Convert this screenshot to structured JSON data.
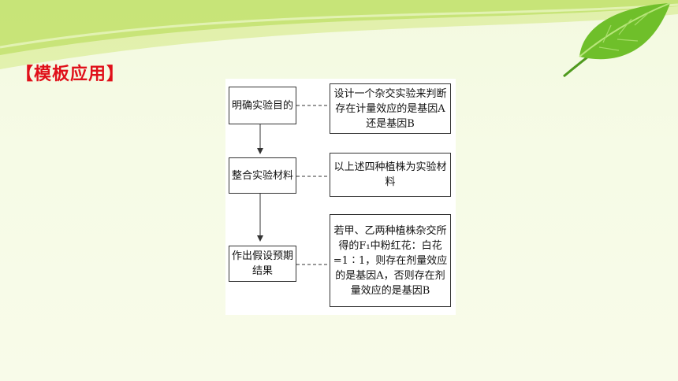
{
  "heading": "【模板应用】",
  "flow": {
    "steps": [
      {
        "label": "明确实验目的",
        "detail": "设计一个杂交实验来判断存在计量效应的是基因A还是基因B"
      },
      {
        "label": "整合实验材料",
        "detail": "以上述四种植株为实验材料"
      },
      {
        "label": "作出假设预期结果",
        "detail": "若甲、乙两种植株杂交所得的F₁中粉红花：白花=1∶1，则存在剂量效应的是基因A，否则存在剂量效应的是基因B"
      }
    ]
  },
  "colors": {
    "heading": "#e0101a",
    "leaf": "#6fbf2a",
    "band": "#b7dc3c"
  }
}
